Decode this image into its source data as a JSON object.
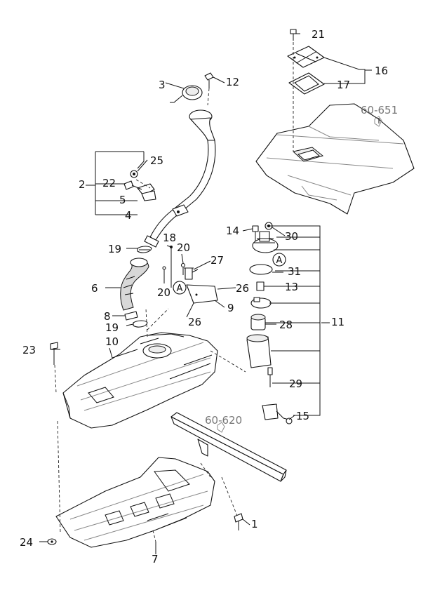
{
  "labels": {
    "p1": "1",
    "p2": "2",
    "p3": "3",
    "p4": "4",
    "p5": "5",
    "p6": "6",
    "p7": "7",
    "p8": "8",
    "p9": "9",
    "p10": "10",
    "p11": "11",
    "p12": "12",
    "p13": "13",
    "p14": "14",
    "p15": "15",
    "p16": "16",
    "p17": "17",
    "p18": "18",
    "p19a": "19",
    "p19b": "19",
    "p20a": "20",
    "p20b": "20",
    "p21": "21",
    "p22": "22",
    "p23": "23",
    "p24": "24",
    "p25": "25",
    "p26a": "26",
    "p26b": "26",
    "p27": "27",
    "p28": "28",
    "p29": "29",
    "p30": "30",
    "p31": "31"
  },
  "references": {
    "ref_floor": "60-651",
    "ref_crossmember": "60-620"
  },
  "callouts": {
    "circle_a_left": "A",
    "circle_a_right": "A"
  }
}
